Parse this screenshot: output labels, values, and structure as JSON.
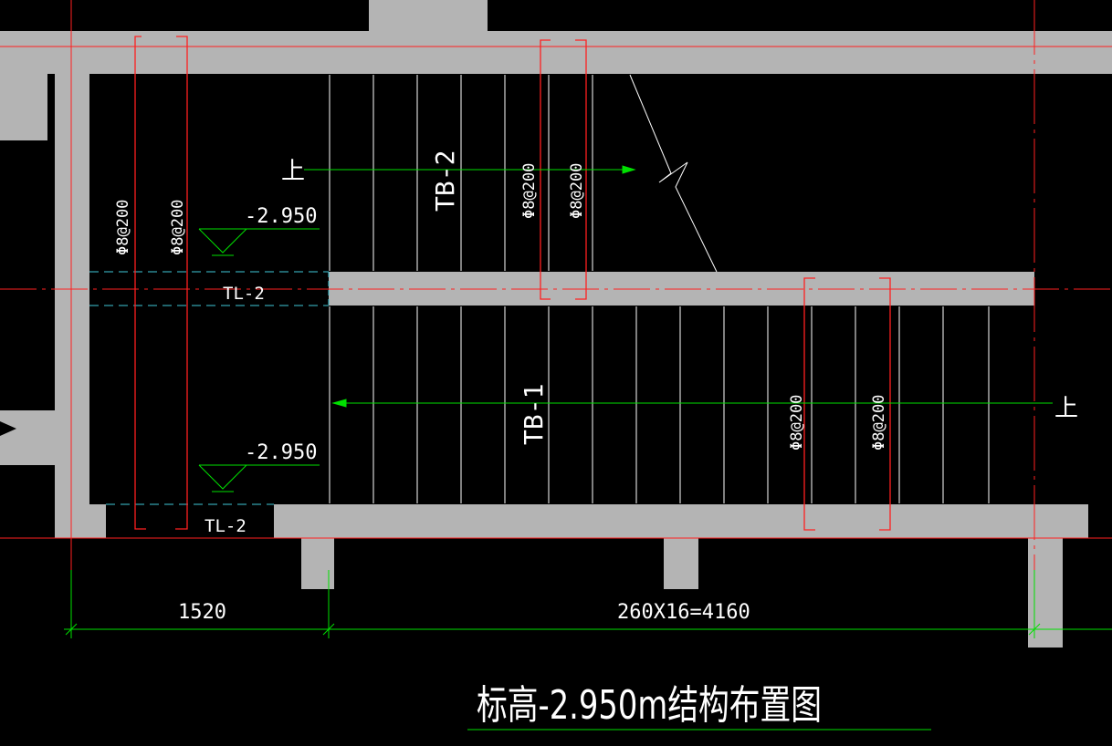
{
  "drawing": {
    "title": "标高-2.950m结构布置图",
    "labels": {
      "tb1": "TB-1",
      "tb2": "TB-2",
      "tl2_upper": "TL-2",
      "tl2_lower": "TL-2"
    },
    "rebar": {
      "left_1": "Φ8@200",
      "left_2": "Φ8@200",
      "tb2_1": "Φ8@200",
      "tb2_2": "Φ8@200",
      "tb1_1": "Φ8@200",
      "tb1_2": "Φ8@200"
    },
    "elevations": {
      "upper": "-2.950",
      "lower": "-2.950"
    },
    "arrows": {
      "upper_up": "上",
      "lower_up": "上"
    },
    "dimensions": {
      "landing": "1520",
      "flight": "260X16=4160"
    }
  },
  "colors": {
    "background": "#000000",
    "wall": "#b4b4b4",
    "axis": "#ff2020",
    "dimension": "#00e000",
    "text": "#ffffff",
    "hidden_beam": "#40c8d8"
  }
}
